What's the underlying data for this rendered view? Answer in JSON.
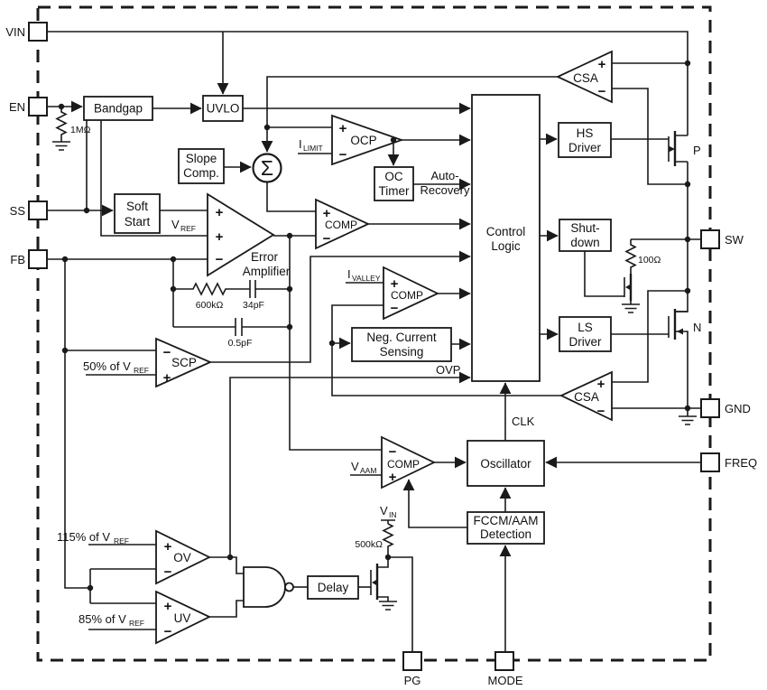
{
  "colors": {
    "line": "#1a1a1a",
    "background": "#ffffff"
  },
  "pins": {
    "vin": "VIN",
    "en": "EN",
    "ss": "SS",
    "fb": "FB",
    "sw": "SW",
    "gnd": "GND",
    "freq": "FREQ",
    "pg": "PG",
    "mode": "MODE"
  },
  "blocks": {
    "bandgap": "Bandgap",
    "uvlo": "UVLO",
    "slope_comp": {
      "line1": "Slope",
      "line2": "Comp."
    },
    "soft_start": {
      "line1": "Soft",
      "line2": "Start"
    },
    "oc_timer": {
      "line1": "OC",
      "line2": "Timer"
    },
    "control_logic": {
      "line1": "Control",
      "line2": "Logic"
    },
    "hs_driver": {
      "line1": "HS",
      "line2": "Driver"
    },
    "shutdown": {
      "line1": "Shut-",
      "line2": "down"
    },
    "ls_driver": {
      "line1": "LS",
      "line2": "Driver"
    },
    "neg_current": {
      "line1": "Neg. Current",
      "line2": "Sensing"
    },
    "oscillator": "Oscillator",
    "fccm": {
      "line1": "FCCM/AAM",
      "line2": "Detection"
    },
    "delay": "Delay"
  },
  "amplifiers": {
    "csa_top": "CSA",
    "ocp": "OCP",
    "pwm_comp": "COMP",
    "error_amp": {
      "line1": "Error",
      "line2": "Amplifier"
    },
    "scp": "SCP",
    "valley_comp": "COMP",
    "csa_bottom": "CSA",
    "aam_comp": "COMP",
    "ov": "OV",
    "uv": "UV"
  },
  "signals": {
    "ilimit": {
      "main": "I",
      "sub": "LIMIT"
    },
    "vref": {
      "main": "V",
      "sub": "REF"
    },
    "ivalley": {
      "main": "I",
      "sub": "VALLEY"
    },
    "vaam": {
      "main": "V",
      "sub": "AAM"
    },
    "vin_int": {
      "main": "V",
      "sub": "IN"
    },
    "auto_recovery": {
      "line1": "Auto-",
      "line2": "Recovery"
    },
    "ovp": "OVP",
    "clk": "CLK",
    "ref50": {
      "main": "50% of V",
      "sub": "REF"
    },
    "ref115": {
      "main": "115% of V",
      "sub": "REF"
    },
    "ref85": {
      "main": "85% of V",
      "sub": "REF"
    },
    "sum": "Σ",
    "plus": "+",
    "minus": "−"
  },
  "components": {
    "r_en": "1MΩ",
    "r_comp": "600kΩ",
    "c_comp": "34pF",
    "c_comp2": "0.5pF",
    "r_sw": "100Ω",
    "r_pg": "500kΩ"
  },
  "transistors": {
    "pfet": "P",
    "nfet": "N"
  }
}
